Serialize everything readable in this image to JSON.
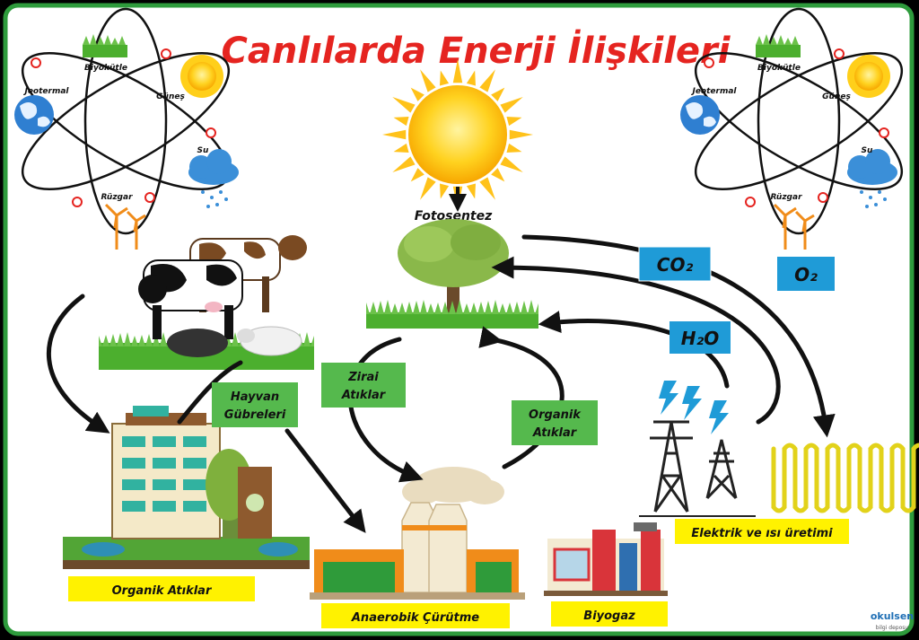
{
  "title": "Canlılarda Enerji İlişkileri",
  "photosynthesis": "Fotosentez",
  "gases": {
    "co2": "CO₂",
    "o2": "O₂",
    "h2o": "H₂O"
  },
  "green_boxes": {
    "animal_manure": [
      "Hayvan",
      "Gübreleri"
    ],
    "agri_waste": [
      "Zirai",
      "Atıklar"
    ],
    "organic_waste": [
      "Organik",
      "Atıklar"
    ]
  },
  "yellow_labels": {
    "organic_waste": "Organik Atıklar",
    "anaerobic": "Anaerobik Çürütme",
    "biogas": "Biyogaz",
    "electricity": "Elektrik ve ısı üretimi"
  },
  "atom_labels": {
    "biomass": "Biyokütle",
    "geothermal": "Jeotermal",
    "sun": "Güneş",
    "water": "Su",
    "wind": "Rüzgar"
  },
  "logo": {
    "line1": "okulsen",
    "line2": "bilgi deposu"
  },
  "colors": {
    "frame": "#2e9b3c",
    "title": "#e52420",
    "blue_box": "#1f9bd7",
    "green_box": "#55b94d",
    "yellow_box": "#fff200",
    "arrow": "#111111"
  }
}
